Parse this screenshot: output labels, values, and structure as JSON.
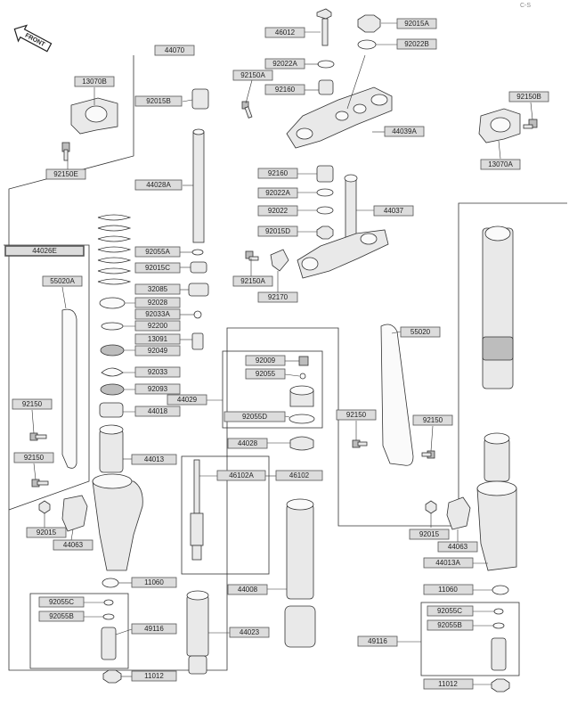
{
  "corner_code": "C-S",
  "front_badge": "FRONT",
  "labels": {
    "l46012": "46012",
    "l92015A": "92015A",
    "l92022B": "92022B",
    "l44070": "44070",
    "l13070B": "13070B",
    "l92022A_top": "92022A",
    "l92150A_top": "92150A",
    "l92160_top": "92160",
    "l92015B": "92015B",
    "l92150B": "92150B",
    "l44039A": "44039A",
    "l13070A": "13070A",
    "l92150E": "92150E",
    "l92160_mid": "92160",
    "l44028A": "44028A",
    "l92022A_mid": "92022A",
    "l92022": "92022",
    "l44037": "44037",
    "l92015D": "92015D",
    "l44026E": "44026E",
    "l92055A": "92055A",
    "l92015C": "92015C",
    "l92150A_mid": "92150A",
    "l55020A": "55020A",
    "l32085": "32085",
    "l92170": "92170",
    "l92028": "92028",
    "l92033A": "92033A",
    "l92200": "92200",
    "l55020": "55020",
    "l13091": "13091",
    "l92049": "92049",
    "l92009": "92009",
    "l92033": "92033",
    "l92055": "92055",
    "l92093": "92093",
    "l44029": "44029",
    "l92150_l": "92150",
    "l44018": "44018",
    "l92055D": "92055D",
    "l92150_r1": "92150",
    "l92150_r2": "92150",
    "l44028": "44028",
    "l92150_l2": "92150",
    "l44013": "44013",
    "l46102A": "46102A",
    "l46102": "46102",
    "l92015_l": "92015",
    "l44063_l": "44063",
    "l92015_r": "92015",
    "l44063_r": "44063",
    "l44013A": "44013A",
    "l11060_l": "11060",
    "l44008": "44008",
    "l11060_r": "11060",
    "l92055C_l": "92055C",
    "l92055B_l": "92055B",
    "l49116_l": "49116",
    "l44023": "44023",
    "l92055C_r": "92055C",
    "l92055B_r": "92055B",
    "l49116_r": "49116",
    "l11012_l": "11012",
    "l11012_r": "11012"
  }
}
